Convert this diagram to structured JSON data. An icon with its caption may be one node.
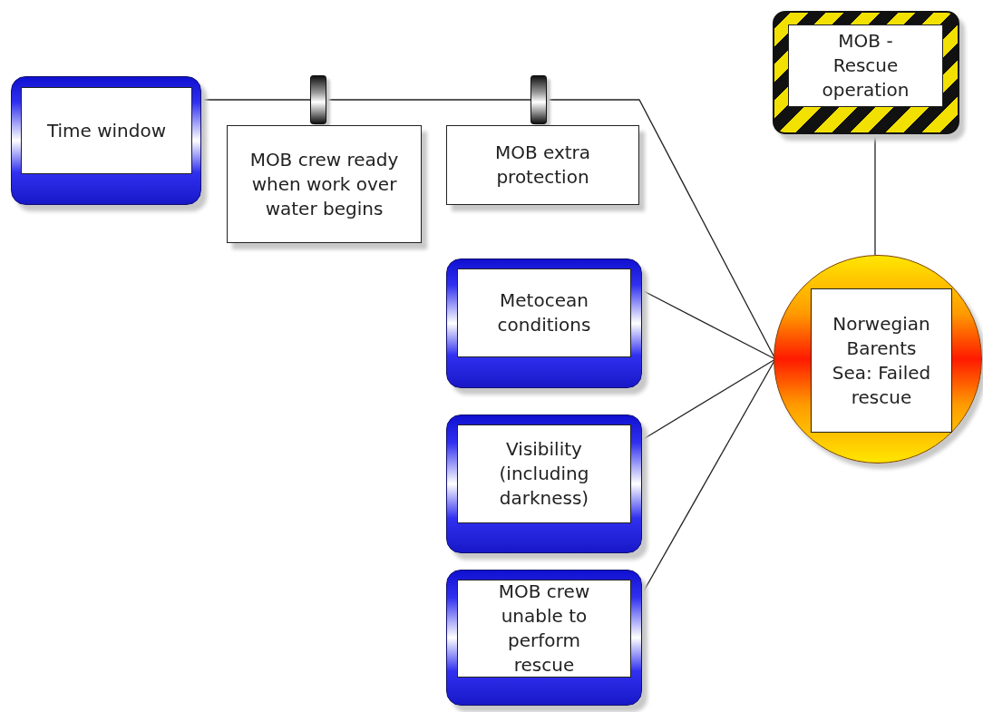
{
  "diagram": {
    "nodes": [
      {
        "text": [
          "Time window"
        ]
      },
      {
        "text": [
          "MOB crew ready when work over water begins"
        ]
      },
      {
        "text": [
          "MOB extra protection"
        ]
      },
      {
        "text": [
          "MOB - Rescue operation"
        ]
      },
      {
        "text": [
          "Metocean conditions"
        ]
      },
      {
        "text": [
          "Visibility (including darkness)"
        ]
      },
      {
        "text": [
          "MOB crew unable to perform rescue"
        ]
      },
      {
        "text": [
          "Norwegian Barents Sea: Failed rescue"
        ]
      }
    ],
    "edges": [
      {
        "from": 0,
        "to": 7,
        "arrow": "none"
      },
      {
        "from": 3,
        "to": 7,
        "arrow": "none"
      },
      {
        "from": 4,
        "to": 7,
        "arrow": "none"
      },
      {
        "from": 5,
        "to": 7,
        "arrow": "none"
      },
      {
        "from": 6,
        "to": 7,
        "arrow": "none"
      }
    ]
  }
}
